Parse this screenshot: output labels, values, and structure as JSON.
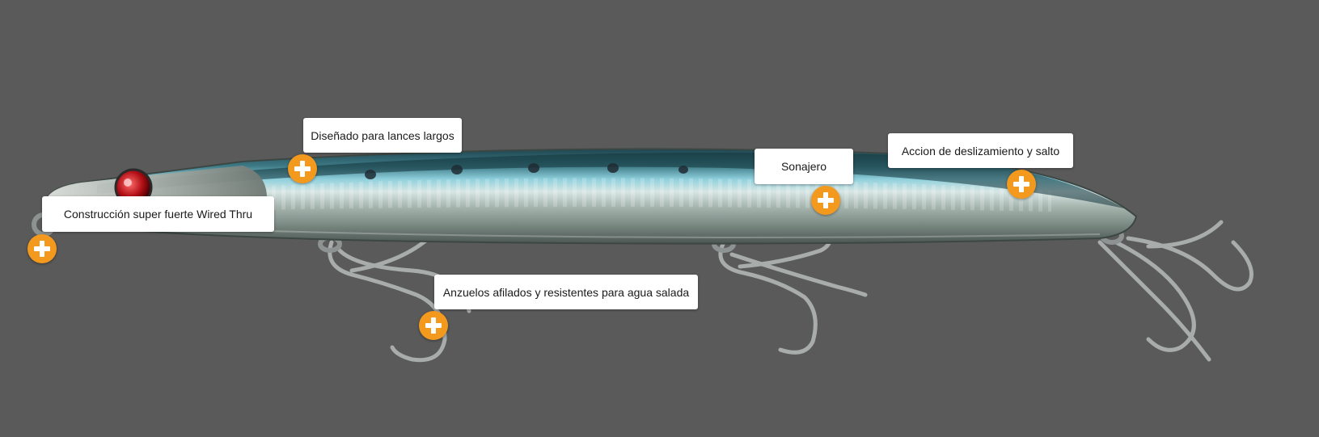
{
  "features": [
    {
      "id": "long-cast",
      "label": "Diseñado para lances largos"
    },
    {
      "id": "wired-thru",
      "label": "Construcción super fuerte Wired Thru"
    },
    {
      "id": "rattle",
      "label": "Sonajero"
    },
    {
      "id": "glide",
      "label": "Accion de deslizamiento y salto"
    },
    {
      "id": "hooks",
      "label": "Anzuelos afilados y resistentes para agua salada"
    }
  ],
  "icons": {
    "hotspot": "plus-circle-icon"
  },
  "colors": {
    "background": "#5a5a5a",
    "hotspot": "#f39a1e",
    "label_bg": "#ffffff"
  }
}
